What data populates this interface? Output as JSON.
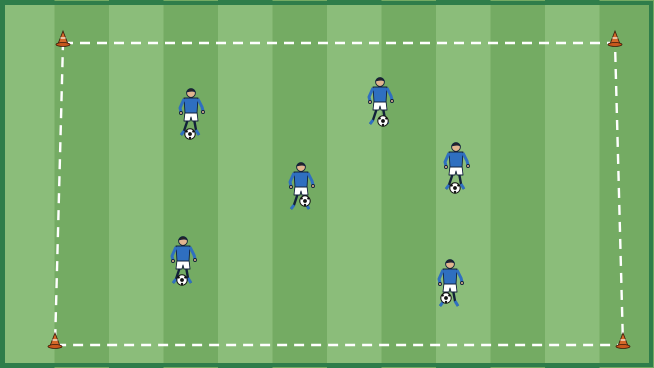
{
  "pitch": {
    "stripe_light": "#8bbd7a",
    "stripe_dark": "#74ab63",
    "border_color": "#2f7d4a",
    "boundary_color": "#ffffff"
  },
  "icons": {
    "cone": "training-cone-icon",
    "ball": "soccer-ball-icon",
    "player": "soccer-player-icon"
  },
  "kit": {
    "shirt": "#2f6fc0",
    "shorts": "#ffffff",
    "skin": "#e2b58f",
    "hair": "#3a2418",
    "outline": "#12213a"
  },
  "player_count": 6,
  "ball_count": 6,
  "cone_count": 4
}
